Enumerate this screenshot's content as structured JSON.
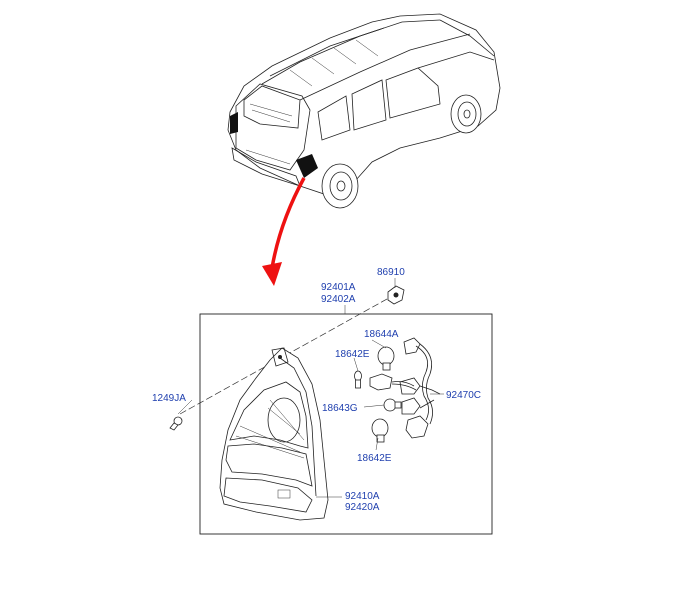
{
  "diagram": {
    "part_labels": [
      {
        "key": "p86910",
        "lines": [
          "86910"
        ]
      },
      {
        "key": "p92401",
        "lines": [
          "92401A",
          "92402A"
        ]
      },
      {
        "key": "p18644",
        "lines": [
          "18644A"
        ]
      },
      {
        "key": "p18642a",
        "lines": [
          "18642E"
        ]
      },
      {
        "key": "p1249",
        "lines": [
          "1249JA"
        ]
      },
      {
        "key": "p92470",
        "lines": [
          "92470C"
        ]
      },
      {
        "key": "p18643",
        "lines": [
          "18643G"
        ]
      },
      {
        "key": "p18642b",
        "lines": [
          "18642E"
        ]
      },
      {
        "key": "p92410",
        "lines": [
          "92410A",
          "92420A"
        ]
      }
    ],
    "colors": {
      "label_text": "#1f3fae",
      "arrow": "#ee1111",
      "line_art": "#222222"
    },
    "icons": [
      "suv-vehicle-illustration",
      "tail-lamp-assembly",
      "bulb",
      "socket-wiring",
      "screw"
    ]
  }
}
